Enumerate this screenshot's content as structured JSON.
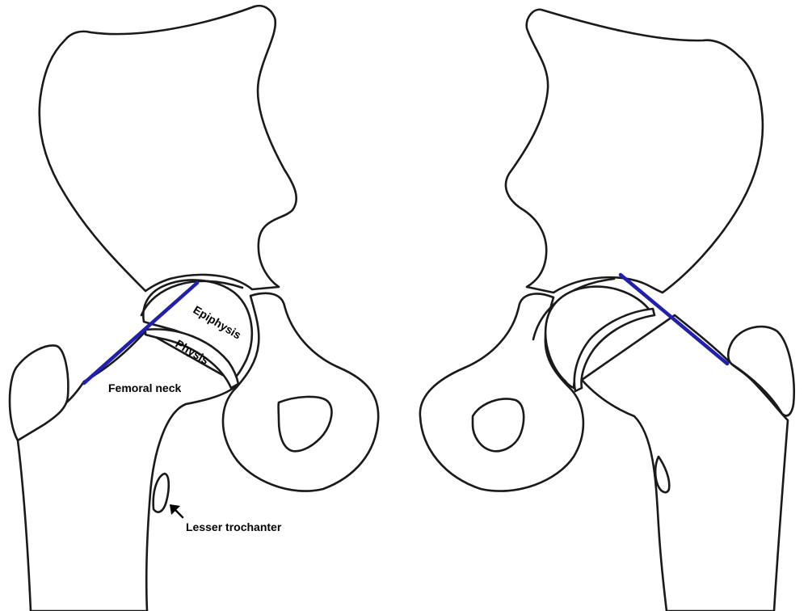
{
  "labels": {
    "epiphysis": "Epiphysis",
    "physis": "Physis",
    "femoral_neck": "Femoral neck",
    "lesser_trochanter": "Lesser trochanter"
  },
  "colors": {
    "outline": "#1a1a1a",
    "reference_line": "#1f1fb0",
    "background": "#ffffff"
  }
}
